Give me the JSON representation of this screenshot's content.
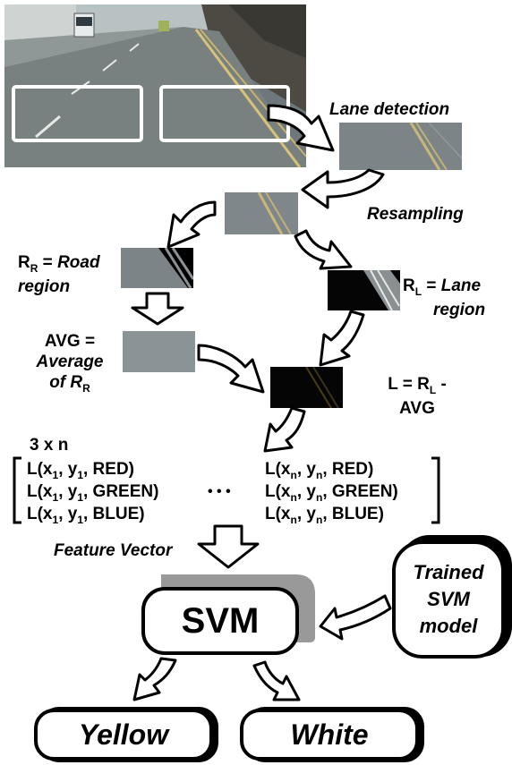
{
  "labels": {
    "lane_detection": "Lane detection",
    "resampling": "Resampling",
    "road_region": {
      "R": "R",
      "sub": "R",
      "eq": " = ",
      "word1": "Road",
      "word2": "region"
    },
    "lane_region": {
      "R": "R",
      "sub": "L",
      "eq": " = ",
      "word1": "Lane",
      "word2": "region"
    },
    "avg": {
      "line1": "AVG =",
      "line2": "Average",
      "line3": "of R",
      "sub": "R"
    },
    "l_eq": {
      "line1a": "L = R",
      "sub": "L",
      "line1b": " -",
      "line2": "AVG"
    },
    "matrix_size": "3 x n",
    "matrix_left": [
      {
        "pre": "L(x",
        "s1": "1",
        "mid": ", y",
        "s2": "1",
        "post": ", RED)"
      },
      {
        "pre": "L(x",
        "s1": "1",
        "mid": ", y",
        "s2": "1",
        "post": ", GREEN)"
      },
      {
        "pre": "L(x",
        "s1": "1",
        "mid": ", y",
        "s2": "1",
        "post": ", BLUE)"
      }
    ],
    "matrix_dots": "• • •",
    "matrix_right": [
      {
        "pre": "L(x",
        "s1": "n",
        "mid": ", y",
        "s2": "n",
        "post": ", RED)"
      },
      {
        "pre": "L(x",
        "s1": "n",
        "mid": ", y",
        "s2": "n",
        "post": ", GREEN)"
      },
      {
        "pre": "L(x",
        "s1": "n",
        "mid": ", y",
        "s2": "n",
        "post": ", BLUE)"
      }
    ],
    "feature_vector": "Feature Vector",
    "svm": "SVM",
    "trained_model": {
      "line1": "Trained",
      "line2": "SVM",
      "line3": "model"
    },
    "out_yellow": "Yellow",
    "out_white": "White"
  },
  "colors": {
    "road_gray": "#7c8487",
    "avg_gray": "#8a9396",
    "shadow_gray": "#999999",
    "lane_black": "#050505"
  }
}
